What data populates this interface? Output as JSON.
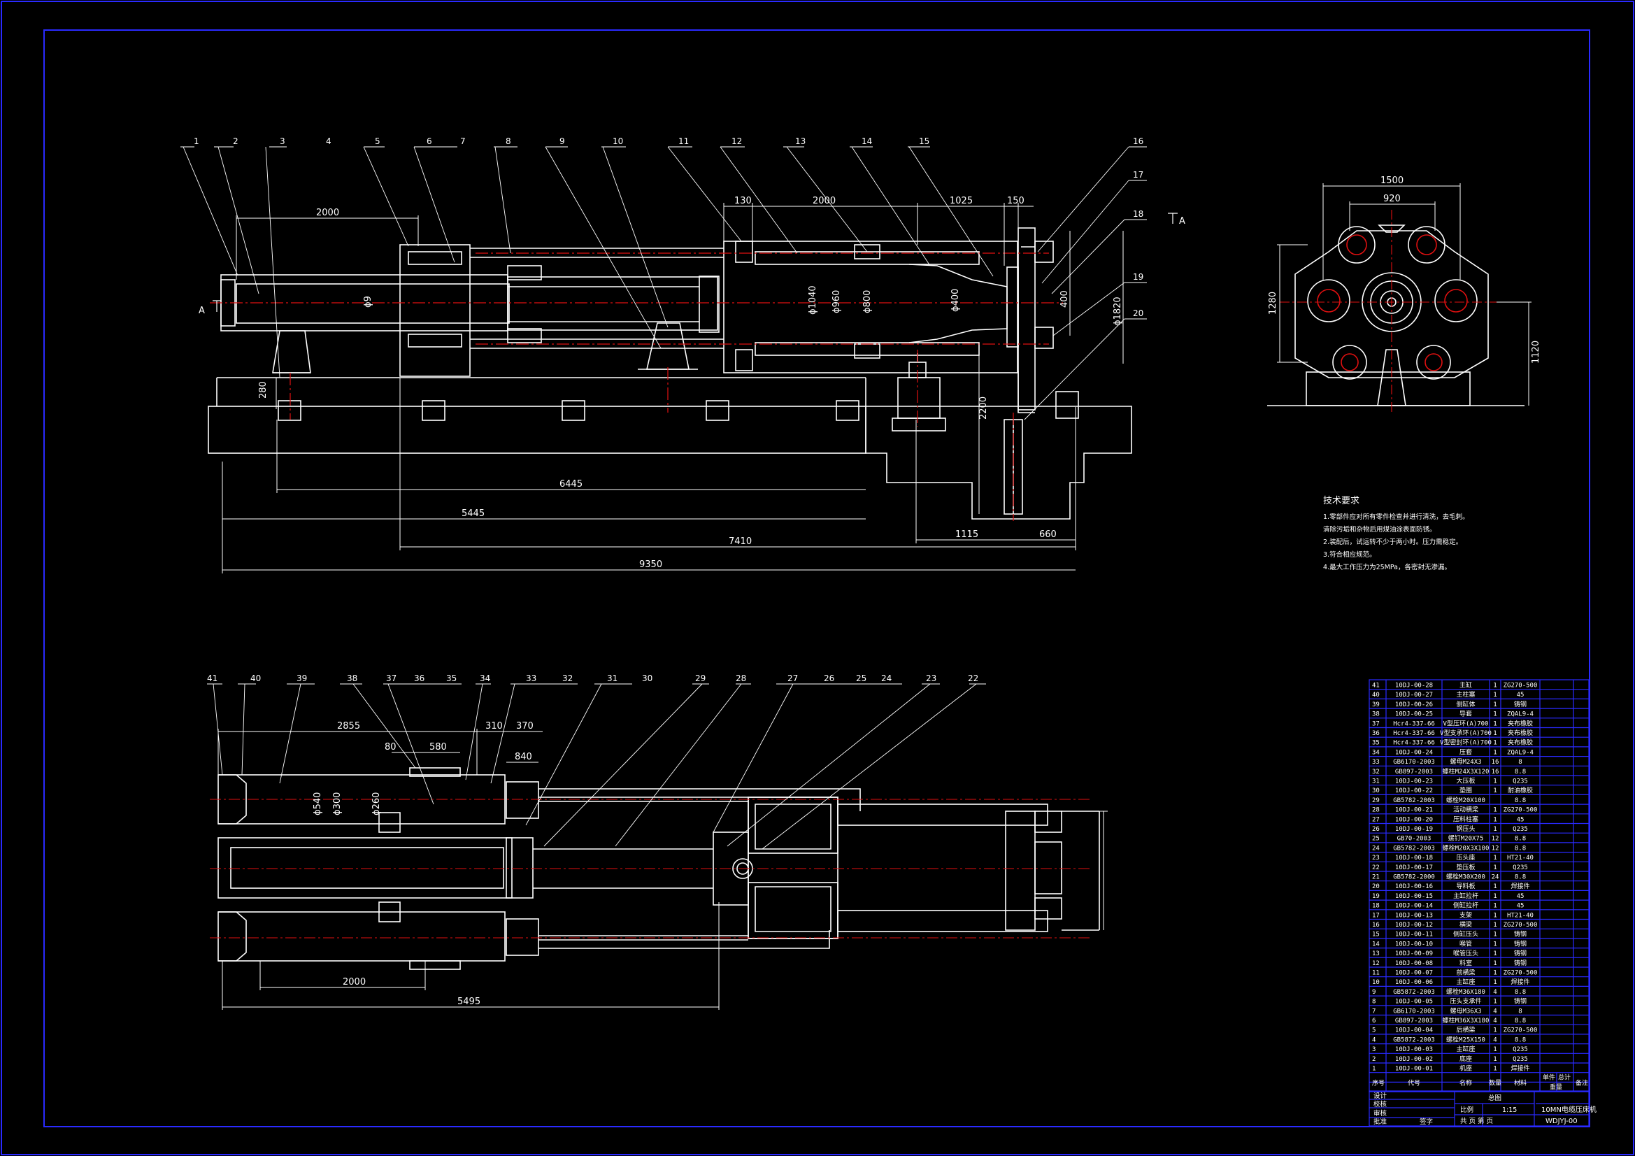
{
  "top_view": {
    "balloons": [
      "1",
      "2",
      "3",
      "4",
      "5",
      "6",
      "7",
      "8",
      "9",
      "10",
      "11",
      "12",
      "13",
      "14",
      "15",
      "16",
      "17",
      "18",
      "19",
      "20"
    ],
    "section_mark": "A",
    "dims": {
      "d2000a": "2000",
      "d130": "130",
      "d2000b": "2000",
      "d1025": "1025",
      "d150": "150",
      "d6445": "6445",
      "d5445": "5445",
      "d7410": "7410",
      "d9350": "9350",
      "d1115": "1115",
      "d660": "660",
      "d280": "280",
      "d2200": "2200",
      "d400": "400",
      "phi1040": "ϕ1040",
      "phi960": "ϕ960",
      "phi800": "ϕ800",
      "phi400": "ϕ400",
      "phi1820": "ϕ1820",
      "phi_main": "ϕ9"
    }
  },
  "side_view": {
    "dims": {
      "w1500": "1500",
      "w920": "920",
      "h1280": "1280",
      "h1120": "1120"
    }
  },
  "tech": {
    "title": "技术要求",
    "lines": [
      "1.零部件应对所有零件检查并进行清洗，去毛刺。",
      "   清除污垢和杂物后用煤油涂表面防锈。",
      "2.装配后，试运转不少于两小时。压力需稳定。",
      "3.符合相应规范。",
      "4.最大工作压力为25MPa，各密封无渗漏。"
    ]
  },
  "plan_view": {
    "balloons": [
      "41",
      "40",
      "39",
      "38",
      "37",
      "36",
      "35",
      "34",
      "33",
      "32",
      "31",
      "30",
      "29",
      "28",
      "27",
      "26",
      "25",
      "24",
      "23",
      "22"
    ],
    "dims": {
      "d2855": "2855",
      "d310": "310",
      "d370": "370",
      "d80": "80",
      "d580": "580",
      "d840": "840",
      "d2000": "2000",
      "d5495": "5495",
      "phi540": "ϕ540",
      "phi300": "ϕ300",
      "phi260": "ϕ260"
    }
  },
  "bom": {
    "rows": [
      [
        "41",
        "10DJ-00-28",
        "主缸",
        "1",
        "ZG270-500"
      ],
      [
        "40",
        "10DJ-00-27",
        "主柱塞",
        "1",
        "45"
      ],
      [
        "39",
        "10DJ-00-26",
        "侧缸体",
        "1",
        "铸钢"
      ],
      [
        "38",
        "10DJ-00-25",
        "导套",
        "1",
        "ZQAL9-4"
      ],
      [
        "37",
        "Hcr4-337-66",
        "V型压环(A)700",
        "1",
        "夹布橡胶"
      ],
      [
        "36",
        "Hcr4-337-66",
        "V型支承环(A)700",
        "1",
        "夹布橡胶"
      ],
      [
        "35",
        "Hcr4-337-66",
        "V型密封环(A)700",
        "1",
        "夹布橡胶"
      ],
      [
        "34",
        "10DJ-00-24",
        "压套",
        "1",
        "ZQAL9-4"
      ],
      [
        "33",
        "GB6170-2003",
        "螺母M24X3",
        "16",
        "8"
      ],
      [
        "32",
        "GB897-2003",
        "螺柱M24X3X120",
        "16",
        "8.8"
      ],
      [
        "31",
        "10DJ-00-23",
        "大压板",
        "1",
        "Q235"
      ],
      [
        "30",
        "10DJ-00-22",
        "垫圈",
        "1",
        "耐油橡胶"
      ],
      [
        "29",
        "GB5782-2003",
        "螺栓M20X100",
        "",
        "8.8"
      ],
      [
        "28",
        "10DJ-00-21",
        "活动横梁",
        "1",
        "ZG270-500"
      ],
      [
        "27",
        "10DJ-00-20",
        "压料柱塞",
        "1",
        "45"
      ],
      [
        "26",
        "10DJ-00-19",
        "钢压头",
        "1",
        "Q235"
      ],
      [
        "25",
        "GB70-2003",
        "螺钉M20X75",
        "12",
        "8.8"
      ],
      [
        "24",
        "GB5782-2003",
        "螺栓M20X3X100",
        "12",
        "8.8"
      ],
      [
        "23",
        "10DJ-00-18",
        "压头座",
        "1",
        "HT21-40"
      ],
      [
        "22",
        "10DJ-00-17",
        "垫压板",
        "1",
        "Q235"
      ],
      [
        "21",
        "GB5782-2000",
        "螺栓M30X200",
        "24",
        "8.8"
      ],
      [
        "20",
        "10DJ-00-16",
        "导料板",
        "1",
        "焊接件"
      ],
      [
        "19",
        "10DJ-00-15",
        "主缸拉杆",
        "1",
        "45"
      ],
      [
        "18",
        "10DJ-00-14",
        "侧缸拉杆",
        "1",
        "45"
      ],
      [
        "17",
        "10DJ-00-13",
        "支架",
        "1",
        "HT21-40"
      ],
      [
        "16",
        "10DJ-00-12",
        "横梁",
        "1",
        "ZG270-500"
      ],
      [
        "15",
        "10DJ-00-11",
        "侧缸压头",
        "1",
        "铸钢"
      ],
      [
        "14",
        "10DJ-00-10",
        "喉管",
        "1",
        "铸钢"
      ],
      [
        "13",
        "10DJ-00-09",
        "喉管压头",
        "1",
        "铸钢"
      ],
      [
        "12",
        "10DJ-00-08",
        "料室",
        "1",
        "铸钢"
      ],
      [
        "11",
        "10DJ-00-07",
        "前横梁",
        "1",
        "ZG270-500"
      ],
      [
        "10",
        "10DJ-00-06",
        "主缸座",
        "1",
        "焊接件"
      ],
      [
        "9",
        "GB5872-2003",
        "螺栓M36X180",
        "4",
        "8.8"
      ],
      [
        "8",
        "10DJ-00-05",
        "压头支承件",
        "1",
        "铸钢"
      ],
      [
        "7",
        "GB6170-2003",
        "螺母M36X3",
        "4",
        "8"
      ],
      [
        "6",
        "GB897-2003",
        "螺柱M36X3X180",
        "4",
        "8.8"
      ],
      [
        "5",
        "10DJ-00-04",
        "后横梁",
        "1",
        "ZG270-500"
      ],
      [
        "4",
        "GB5872-2003",
        "螺栓M25X150",
        "4",
        "8.8"
      ],
      [
        "3",
        "10DJ-00-03",
        "主缸座",
        "1",
        "Q235"
      ],
      [
        "2",
        "10DJ-00-02",
        "底座",
        "1",
        "Q235"
      ],
      [
        "1",
        "10DJ-00-01",
        "机座",
        "1",
        "焊接件"
      ]
    ],
    "header": {
      "seq": "序号",
      "code": "代号",
      "name": "名称",
      "qty": "数量",
      "mat": "材料",
      "unitw": "单件",
      "totalw": "总计",
      "weight": "重量",
      "note": "备注"
    }
  },
  "title_block": {
    "drawing_name": "10MN电缆压床机",
    "drawing_no": "WDJYJ-00",
    "assembly_label": "总图",
    "scale_label": "比例",
    "scale": "1:15",
    "sheets": "共 页 第 页",
    "roles": [
      "设计",
      "校核",
      "审核",
      "批准"
    ],
    "sign_label": "签字"
  },
  "colors": {
    "line": "#ffffff",
    "center": "#e01010",
    "frame": "#1a1aff"
  }
}
